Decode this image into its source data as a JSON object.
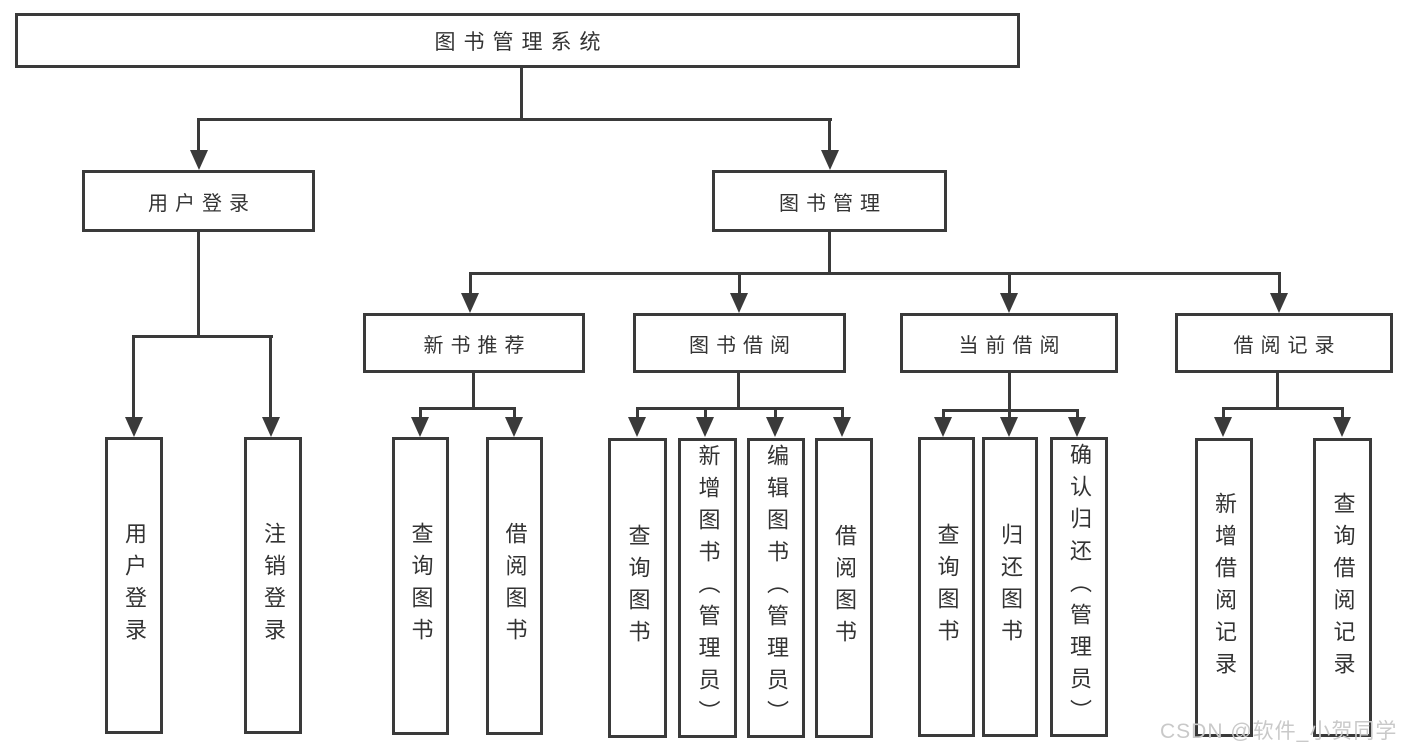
{
  "tree": {
    "root": {
      "label": "图书管理系统"
    },
    "level2": [
      {
        "label": "用户登录",
        "children": [
          {
            "label": "用户登录"
          },
          {
            "label": "注销登录"
          }
        ]
      },
      {
        "label": "图书管理"
      }
    ],
    "level3": [
      {
        "label": "新书推荐",
        "children": [
          {
            "label": "查询图书"
          },
          {
            "label": "借阅图书"
          }
        ]
      },
      {
        "label": "图书借阅",
        "children": [
          {
            "label": "查询图书"
          },
          {
            "label": "新增图书（管理员）"
          },
          {
            "label": "编辑图书（管理员）"
          },
          {
            "label": "借阅图书"
          }
        ]
      },
      {
        "label": "当前借阅",
        "children": [
          {
            "label": "查询图书"
          },
          {
            "label": "归还图书"
          },
          {
            "label": "确认归还（管理员）"
          }
        ]
      },
      {
        "label": "借阅记录",
        "children": [
          {
            "label": "新增借阅记录"
          },
          {
            "label": "查询借阅记录"
          }
        ]
      }
    ]
  },
  "watermark": "CSDN @软件_小贺同学",
  "colors": {
    "line": "#3a3a3a",
    "text": "#333333",
    "watermark": "#c9c9c9"
  }
}
